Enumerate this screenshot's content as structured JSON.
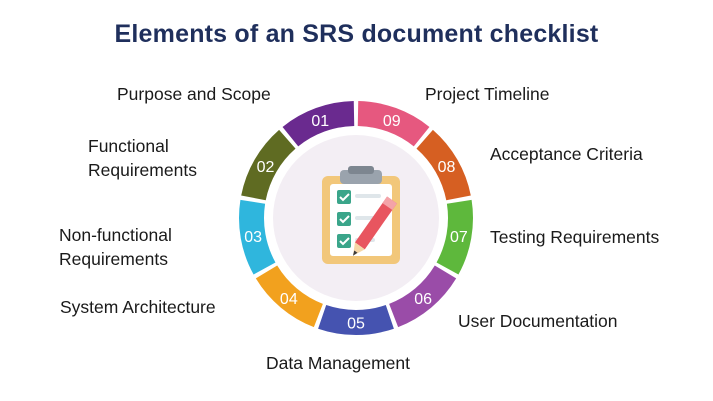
{
  "title": "Elements of an SRS document checklist",
  "colors": {
    "title": "#1f2f5c",
    "text": "#1a1a1a",
    "inner_circle": "#f3eef4",
    "clipboard": "#f2c77a",
    "check_box": "#3aa58a",
    "pencil": "#e8555f"
  },
  "center_icon": "clipboard-checklist-pencil-icon",
  "segments": [
    {
      "num": "01",
      "label": "Purpose and Scope",
      "color": "#6a2a8f"
    },
    {
      "num": "02",
      "label": "Functional Requirements",
      "lines": [
        "Functional",
        "Requirements"
      ],
      "color": "#5f6b22"
    },
    {
      "num": "03",
      "label": "Non-functional Requirements",
      "lines": [
        "Non-functional",
        "Requirements"
      ],
      "color": "#2fb6dd"
    },
    {
      "num": "04",
      "label": "System Architecture",
      "color": "#f2a11e"
    },
    {
      "num": "05",
      "label": "Data Management",
      "color": "#4553b0"
    },
    {
      "num": "06",
      "label": "User Documentation",
      "color": "#9a4ca8"
    },
    {
      "num": "07",
      "label": "Testing Requirements",
      "color": "#5eb83c"
    },
    {
      "num": "08",
      "label": "Acceptance Criteria",
      "color": "#d65f22"
    },
    {
      "num": "09",
      "label": "Project Timeline",
      "color": "#e6587f"
    }
  ]
}
